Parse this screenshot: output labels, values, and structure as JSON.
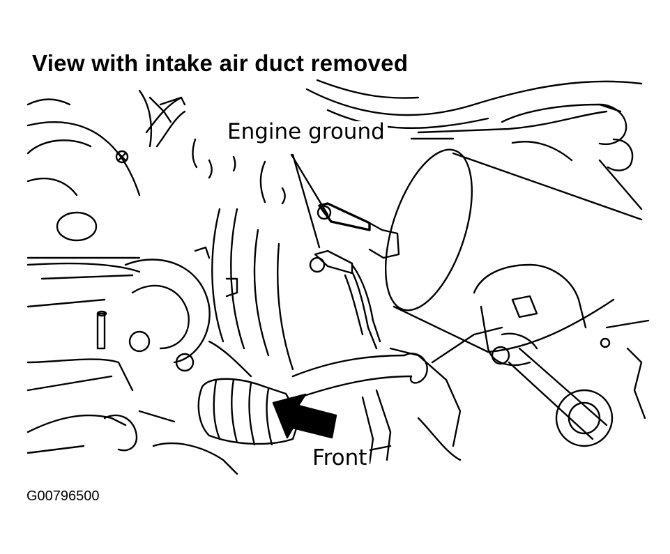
{
  "title": "View with intake air duct removed",
  "callouts": {
    "engine_ground": "Engine ground",
    "front": "Front"
  },
  "figure_code": "G00796500",
  "colors": {
    "ink": "#000000",
    "paper": "#ffffff"
  }
}
